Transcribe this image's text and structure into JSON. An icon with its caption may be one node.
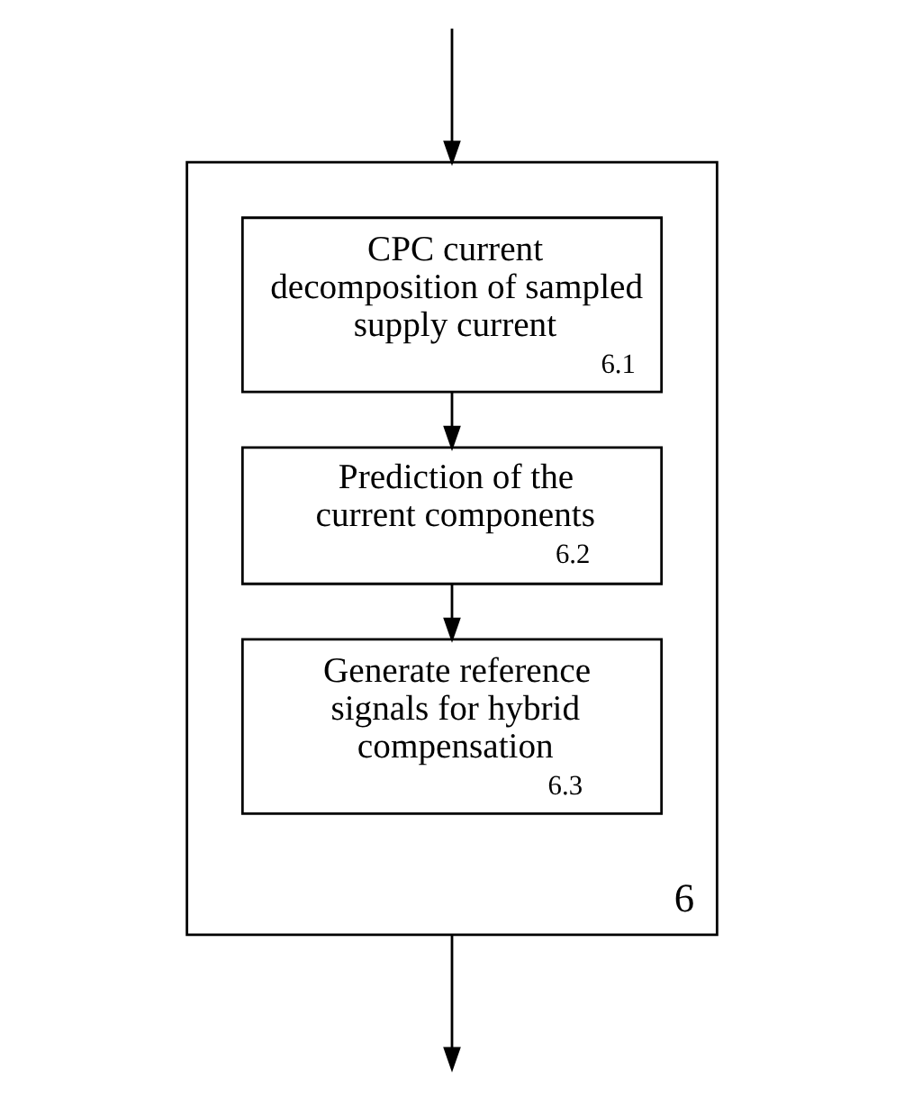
{
  "diagram": {
    "nodes": [
      {
        "text": [
          "6"
        ]
      },
      {
        "text": [
          "CPC current decomposition of sampled supply current",
          "6.1"
        ],
        "in": 0
      },
      {
        "text": [
          "Prediction of the current components",
          "6.2"
        ],
        "in": 0
      },
      {
        "text": [
          "Generate reference signals for hybrid compensation",
          "6.3"
        ],
        "in": 0
      }
    ],
    "edges": [
      {
        "from": null,
        "to": 0,
        "arrow": "to"
      },
      {
        "from": 1,
        "to": 2,
        "arrow": "to"
      },
      {
        "from": 2,
        "to": 3,
        "arrow": "to"
      },
      {
        "from": 0,
        "to": null,
        "arrow": "to"
      }
    ]
  }
}
